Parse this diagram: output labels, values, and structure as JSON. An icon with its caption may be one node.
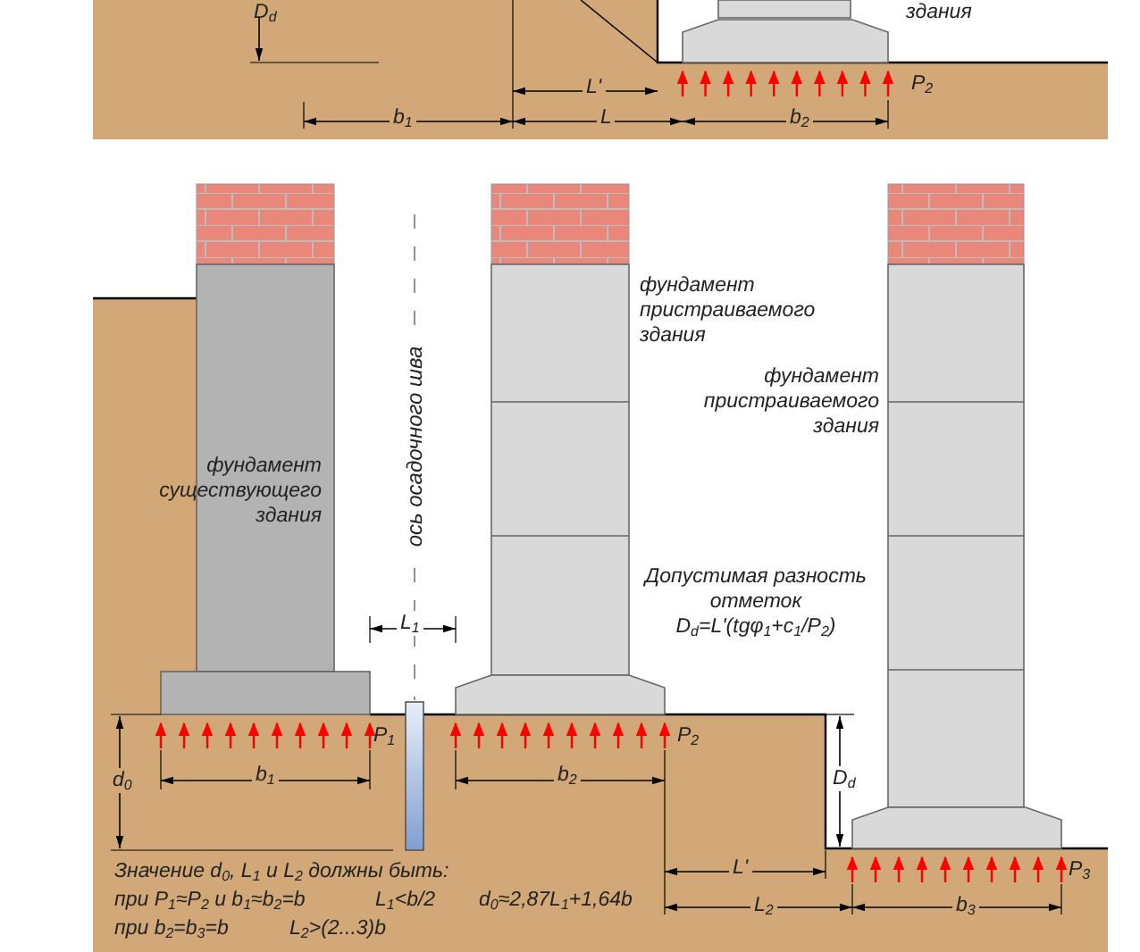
{
  "diagram": {
    "labels": [
      "D$_{d}$",
      "здания",
      "L'",
      "P$_{2}$",
      "b$_{1}$",
      "L",
      "b$_{2}$",
      "ось осадочного шва",
      "фундамент пристраиваемого здания",
      "фундамент существующего здания",
      "фундамент пристраиваемого здания",
      "Допустимая разность отметок",
      "L$_{1}$",
      "D$_{d}$=L'(tgφ$_{1}$+c$_{1}$/P$_{2}$)",
      "P$_{1}$",
      "P$_{2}$",
      "d$_{0}$",
      "b$_{1}$",
      "b$_{2}$",
      "D$_{d}$",
      "Значение d$_{0}$, L$_{1}$ и L$_{2}$ должны быть:",
      "L'",
      "P$_{3}$",
      "при P$_{1}$≈P$_{2}$ и b$_{1}$≈b$_{2}$=b",
      "L$_{1}$<b/2",
      "d$_{0}$≈2,87L$_{1}$+1,64b",
      "L$_{2}$",
      "b$_{3}$",
      "при b$_{2}$=b$_{3}$=b",
      "L$_{2}$>(2...3)b"
    ]
  }
}
